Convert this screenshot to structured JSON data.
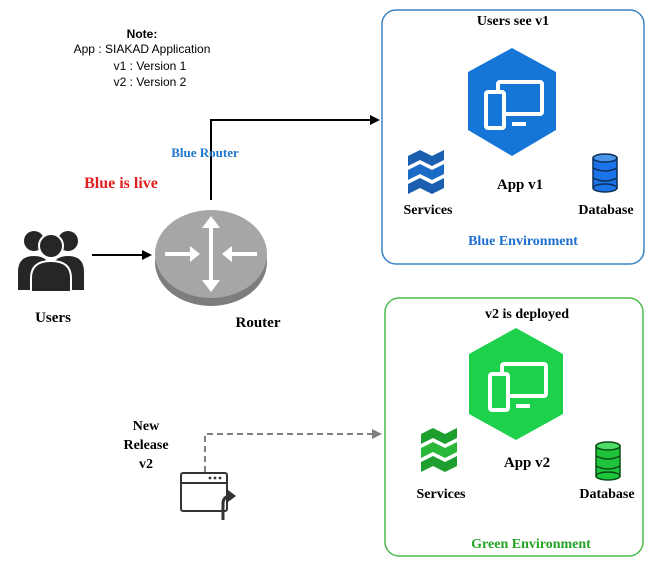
{
  "note": {
    "title": "Note:",
    "lines": [
      "App : SIAKAD Application",
      "v1 : Version 1",
      "v2 : Version 2"
    ]
  },
  "labels": {
    "blue_router": "Blue Router",
    "blue_is_live": "Blue is live",
    "users": "Users",
    "router": "Router",
    "new_release": [
      "New",
      "Release",
      "v2"
    ]
  },
  "blue_env": {
    "header": "Users see v1",
    "app_label": "App v1",
    "services_label": "Services",
    "database_label": "Database",
    "env_label": "Blue Environment"
  },
  "green_env": {
    "header": "v2 is deployed",
    "app_label": "App v2",
    "services_label": "Services",
    "database_label": "Database",
    "env_label": "Green Environment"
  },
  "colors": {
    "blue_accent": "#1e6fd0",
    "blue_hex": "#1576d8",
    "green_accent": "#23a323",
    "green_hex": "#1ed14a",
    "live_red": "#e02020",
    "router_gray": "#9b9b9b",
    "blue_border": "#3b82c4",
    "green_border": "#4cb84c"
  }
}
